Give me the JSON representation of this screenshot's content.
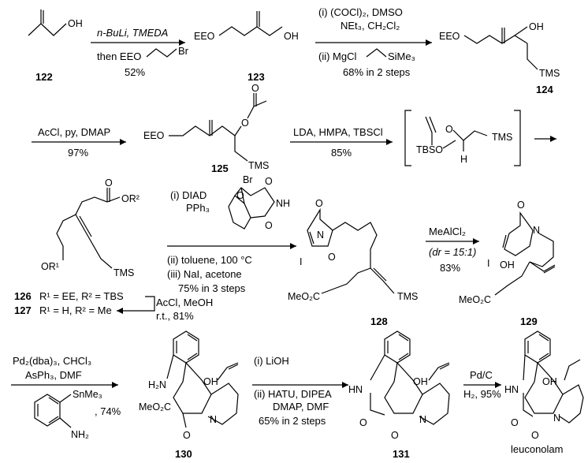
{
  "compounds": {
    "c122": "122",
    "c123": "123",
    "c124": "124",
    "c125": "125",
    "c126": "126",
    "c127": "127",
    "c128": "128",
    "c129": "129",
    "c130": "130",
    "c131": "131",
    "leuconolam": "leuconolam"
  },
  "c126_r": "R¹ = EE, R² = TBS",
  "c127_r": "R¹ = H, R² = Me",
  "conditions": {
    "s1_a": "n-BuLi, TMEDA",
    "s1_b": "then EEO",
    "s1_c": "Br",
    "s1_yield": "52%",
    "s2_i": "(i) (COCl)₂, DMSO",
    "s2_i2": "NEt₃, CH₂Cl₂",
    "s2_ii": "(ii) MgCl",
    "s2_ii2": "SiMe₃",
    "s2_yield": "68% in 2 steps",
    "s3": "AcCl, py, DMAP",
    "s3_yield": "97%",
    "s4": "LDA, HMPA, TBSCl",
    "s4_yield": "85%",
    "s5_i": "(i) DIAD",
    "s5_i2": "PPh₃",
    "s5_ii": "(ii) toluene, 100 °C",
    "s5_iii": "(iii) NaI, acetone",
    "s5_yield": "75% in 3 steps",
    "s6": "MeAlCl₂",
    "s6_dr": "(dr = 15:1)",
    "s6_yield": "83%",
    "s7": "AcCl, MeOH",
    "s7_b": "r.t., 81%",
    "s8_a": "Pd₂(dba)₃, CHCl₃",
    "s8_b": "AsPh₃, DMF",
    "s8_yield": ", 74%",
    "s9_i": "(i) LiOH",
    "s9_ii": "(ii) HATU, DIPEA",
    "s9_ii2": "DMAP, DMF",
    "s9_yield": "65% in 2 steps",
    "s10_a": "Pd/C",
    "s10_b": "H₂, 95%"
  },
  "atoms": {
    "OH": "OH",
    "EEO": "EEO",
    "TMS": "TMS",
    "O": "O",
    "TBSO": "TBSO",
    "H": "H",
    "Br": "Br",
    "NH": "NH",
    "N": "N",
    "I": "I",
    "OR1": "OR¹",
    "OR2": "OR²",
    "MeO2C": "MeO₂C",
    "SnMe3": "SnMe₃",
    "NH2": "NH₂",
    "H2N": "H₂N",
    "HN": "HN"
  }
}
